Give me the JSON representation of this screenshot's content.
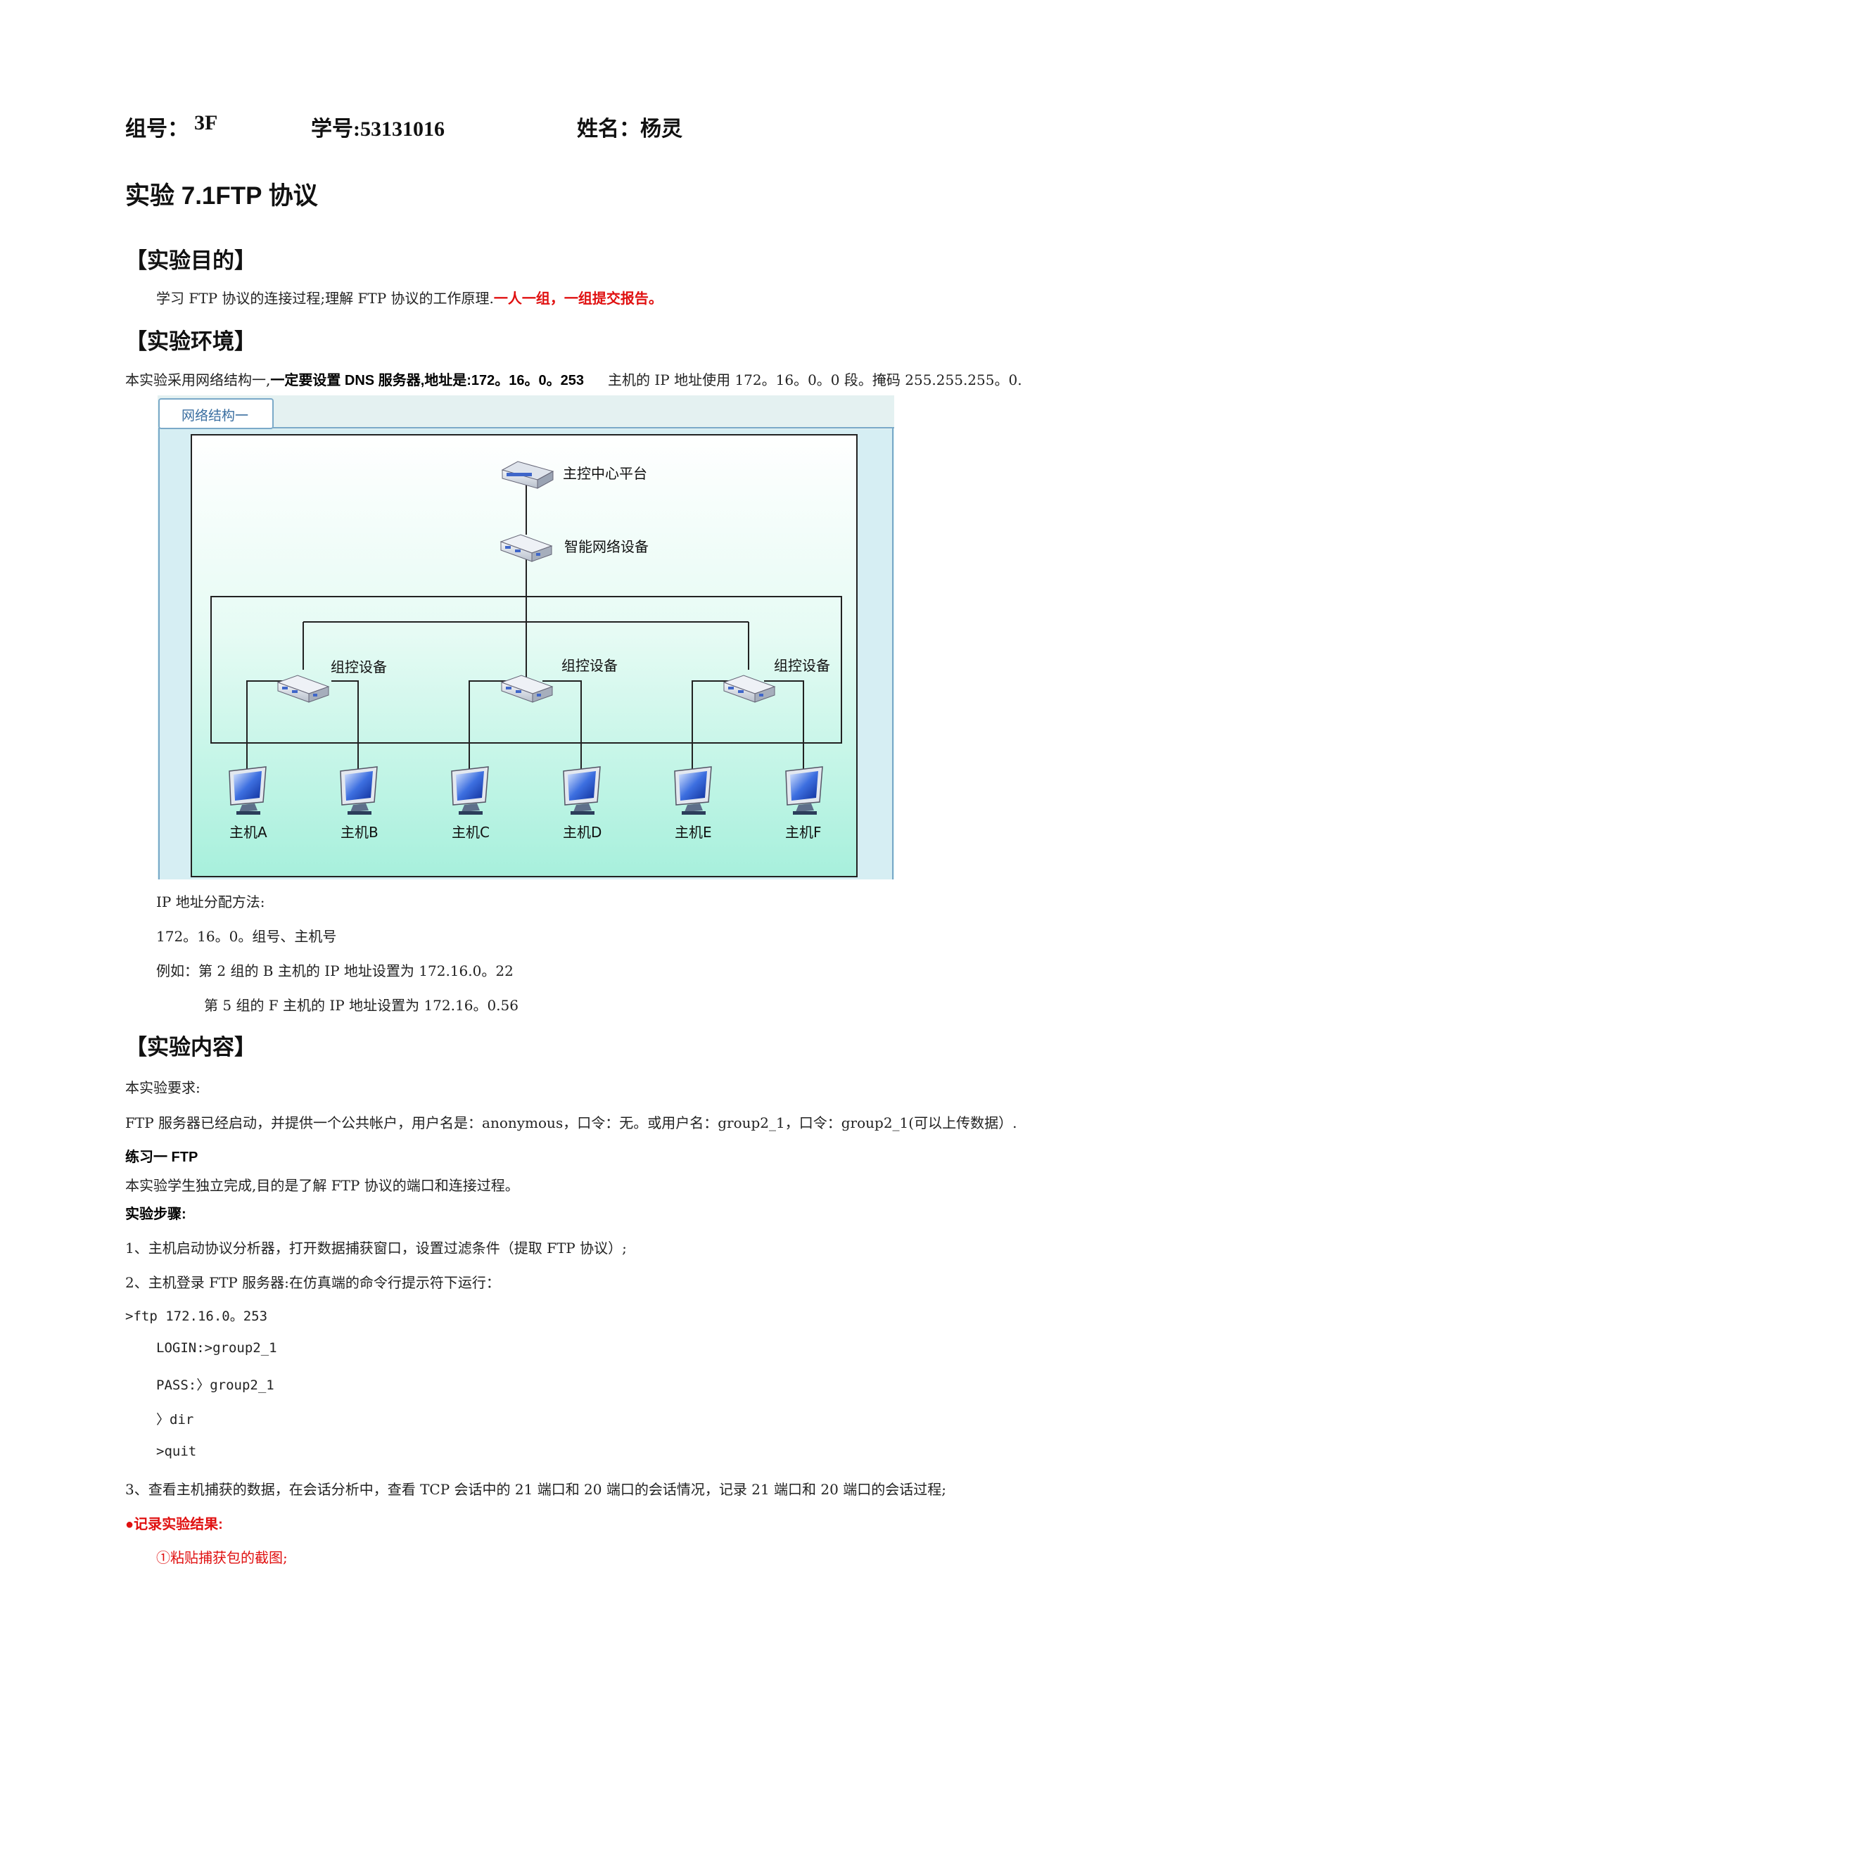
{
  "header": {
    "group_label": "组号：",
    "group_value": "3F",
    "student_id": "学号:53131016",
    "name": "姓名：杨灵"
  },
  "title": "实验 7.1FTP 协议",
  "purpose": {
    "heading": "【实验目的】",
    "text": "学习 FTP 协议的连接过程;理解 FTP 协议的工作原理.",
    "highlight": "一人一组，一组提交报告。"
  },
  "environment": {
    "heading": "【实验环境】",
    "line_prefix": "本实验采用网络结构一,",
    "line_bold": "一定要设置 DNS 服务器,地址是:172。16。0。253",
    "line_suffix": "主机的 IP 地址使用 172。16。0。0 段。掩码 255.255.255。0."
  },
  "diagram": {
    "tab_label": "网络结构一",
    "master": "主控中心平台",
    "smart": "智能网络设备",
    "group_ctrl": [
      "组控设备",
      "组控设备",
      "组控设备"
    ],
    "hosts": [
      "主机A",
      "主机B",
      "主机C",
      "主机D",
      "主机E",
      "主机F"
    ]
  },
  "ip_alloc": {
    "l1": "IP 地址分配方法:",
    "l2": "172。16。0。组号、主机号",
    "l3": "例如：第 2 组的 B 主机的 IP 地址设置为 172.16.0。22",
    "l4": "第 5 组的 F 主机的 IP 地址设置为 172.16。0.56"
  },
  "content": {
    "heading": "【实验内容】",
    "req": "本实验要求:",
    "ftp_info": "FTP 服务器已经启动，并提供一个公共帐户，用户名是：anonymous，口令：无。或用户名：group2_1，口令：group2_1(可以上传数据）.",
    "exercise": "练习一   FTP",
    "exercise_desc": "本实验学生独立完成,目的是了解 FTP 协议的端口和连接过程。",
    "steps_label": "实验步骤:",
    "step1": "1、主机启动协议分析器，打开数据捕获窗口，设置过滤条件（提取 FTP 协议）;",
    "step2": "2、主机登录 FTP 服务器:在仿真端的命令行提示符下运行：",
    "cmd1": ">ftp 172.16.0。253",
    "cmd2": "LOGIN:>group2_1",
    "cmd3": "PASS:〉group2_1",
    "cmd4": "〉dir",
    "cmd5": ">quit",
    "step3": "3、查看主机捕获的数据，在会话分析中，查看 TCP 会话中的 21 端口和 20 端口的会话情况，记录 21 端口和 20 端口的会话过程;",
    "record": "●记录实验结果:",
    "paste": "①粘贴捕获包的截图;"
  }
}
